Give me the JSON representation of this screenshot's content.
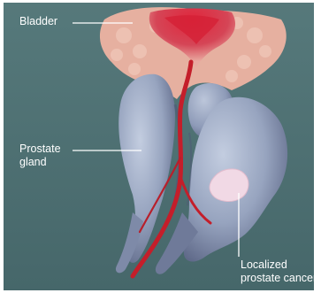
{
  "labels": {
    "bladder": "Bladder",
    "prostate_line1": "Prostate",
    "prostate_line2": "gland",
    "cancer_line1": "Localized",
    "cancer_line2": "prostate cancer"
  },
  "colors": {
    "background": "#4d6e70",
    "frame": "#ffffff",
    "gland": "#9aa7c0",
    "gland_shadow": "#5d6685",
    "bladder_tissue": "#e8b3a2",
    "bladder_inner": "#d8364a",
    "urethra": "#c9212c",
    "tumor": "#efd6e3",
    "label_text": "#ffffff",
    "leader_line": "#ffffff"
  }
}
